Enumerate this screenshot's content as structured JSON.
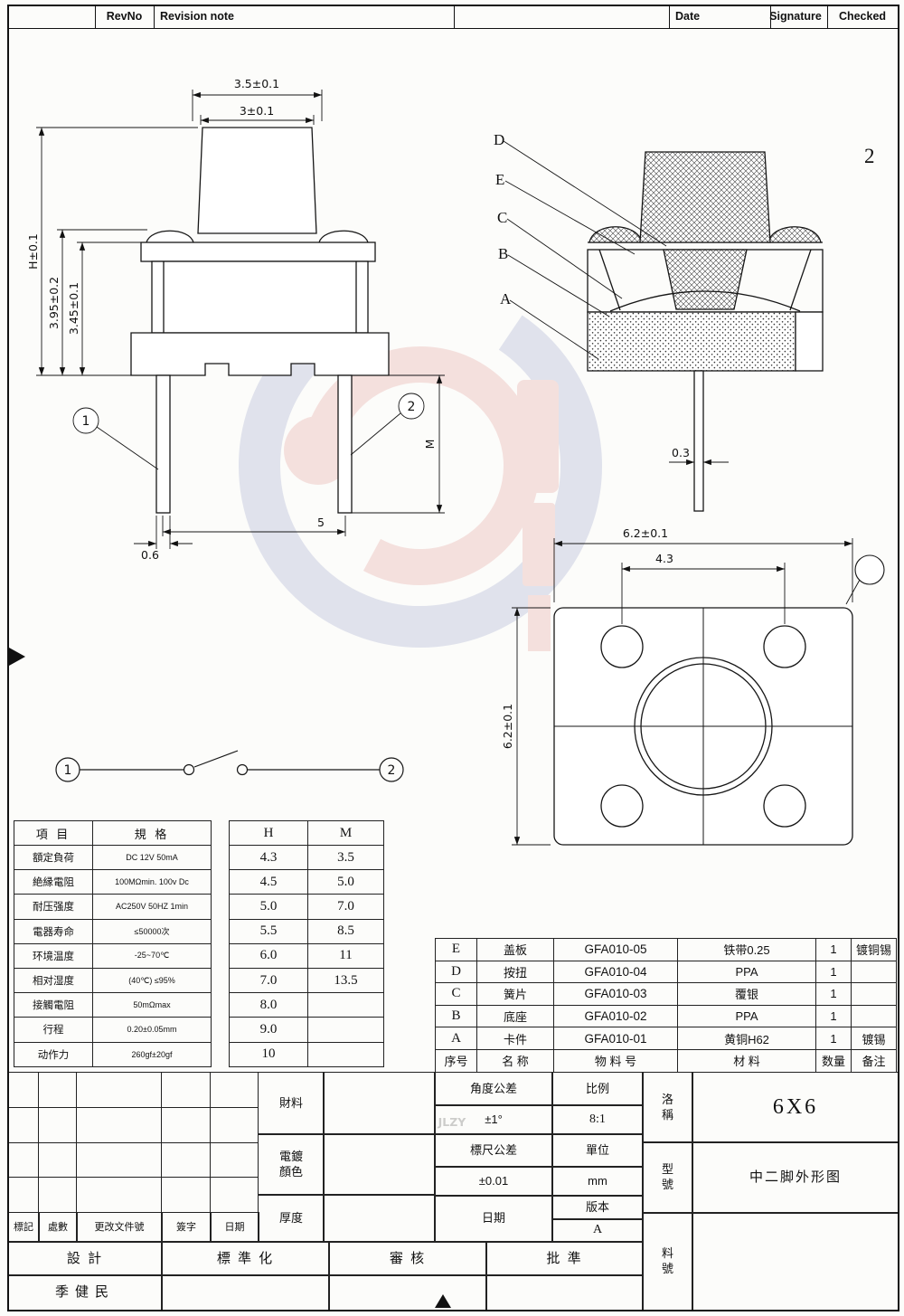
{
  "header": {
    "revno": "RevNo",
    "revision_note": "Revision note",
    "date": "Date",
    "signature": "Signature",
    "checked": "Checked"
  },
  "page_number": "2",
  "front_view": {
    "dim_cap_width": "3.5±0.1",
    "dim_stem_width": "3±0.1",
    "dim_total_height": "H±0.1",
    "dim_body_height_1": "3.95±0.2",
    "dim_body_height_2": "3.45±0.1",
    "dim_pin_pitch": "5",
    "dim_pin_width": "0.6",
    "dim_pin_length": "M",
    "balloon_1": "1",
    "balloon_2": "2"
  },
  "section_view": {
    "label_d": "D",
    "label_e": "E",
    "label_c": "C",
    "label_b": "B",
    "label_a": "A",
    "dim_pin_thickness": "0.3"
  },
  "bottom_view": {
    "dim_width": "6.2±0.1",
    "dim_hole_pitch": "4.3",
    "dim_height": "6.2±0.1"
  },
  "circuit": {
    "terminal_1": "1",
    "terminal_2": "2"
  },
  "spec_table": {
    "headers": [
      "項  目",
      "規  格"
    ],
    "rows": [
      [
        "額定負荷",
        "DC 12V 50mA"
      ],
      [
        "絶縁電阻",
        "100MΩmin. 100v Dc"
      ],
      [
        "耐压强度",
        "AC250V 50HZ 1min"
      ],
      [
        "電器寿命",
        "≤50000次"
      ],
      [
        "环境温度",
        "-25~70℃"
      ],
      [
        "相对湿度",
        "(40℃) ≤95%"
      ],
      [
        "接觸電阻",
        "50mΩmax"
      ],
      [
        "行程",
        "0.20±0.05mm"
      ],
      [
        "动作力",
        "260gf±20gf"
      ]
    ]
  },
  "hm_table": {
    "headers": [
      "H",
      "M"
    ],
    "rows": [
      [
        "4.3",
        "3.5"
      ],
      [
        "4.5",
        "5.0"
      ],
      [
        "5.0",
        "7.0"
      ],
      [
        "5.5",
        "8.5"
      ],
      [
        "6.0",
        "11"
      ],
      [
        "7.0",
        "13.5"
      ],
      [
        "8.0",
        ""
      ],
      [
        "9.0",
        ""
      ],
      [
        "10",
        ""
      ]
    ]
  },
  "bom_table": {
    "rows": [
      [
        "E",
        "盖板",
        "GFA010-05",
        "铁带0.25",
        "1",
        "镀铜锡"
      ],
      [
        "D",
        "按扭",
        "GFA010-04",
        "PPA",
        "1",
        ""
      ],
      [
        "C",
        "簧片",
        "GFA010-03",
        "覆银",
        "1",
        ""
      ],
      [
        "B",
        "底座",
        "GFA010-02",
        "PPA",
        "1",
        ""
      ],
      [
        "A",
        "卡件",
        "GFA010-01",
        "黄铜H62",
        "1",
        "镀锡"
      ]
    ],
    "footer": [
      "序号",
      "名  称",
      "物 料 号",
      "材  料",
      "数量",
      "备注"
    ]
  },
  "title_block": {
    "material_label": "財料",
    "plating_label": "電鍍\n顏色",
    "thickness_label": "厚度",
    "angle_tol_label": "角度公差",
    "angle_tol_value": "±1°",
    "scale_label": "比例",
    "scale_value": "8:1",
    "ruler_tol_label": "標尺公差",
    "ruler_tol_value": "±0.01",
    "unit_label": "單位",
    "unit_value": "mm",
    "date_label": "日期",
    "version_label": "版本",
    "version_value": "A",
    "name_label": "洛\n稱",
    "name_value": "6X6",
    "model_label": "型\n號",
    "model_value": "中二脚外形图",
    "part_no_label": "料\n號",
    "mark_label": "標記",
    "count_label": "處數",
    "change_doc_label": "更改文件號",
    "sign_label": "簽字",
    "date2_label": "日期",
    "design_label": "設  計",
    "standardize_label": "標 準 化",
    "review_label": "審  核",
    "approve_label": "批  準",
    "designer_name": "季健民"
  },
  "watermark": {
    "text": "JLZY"
  }
}
